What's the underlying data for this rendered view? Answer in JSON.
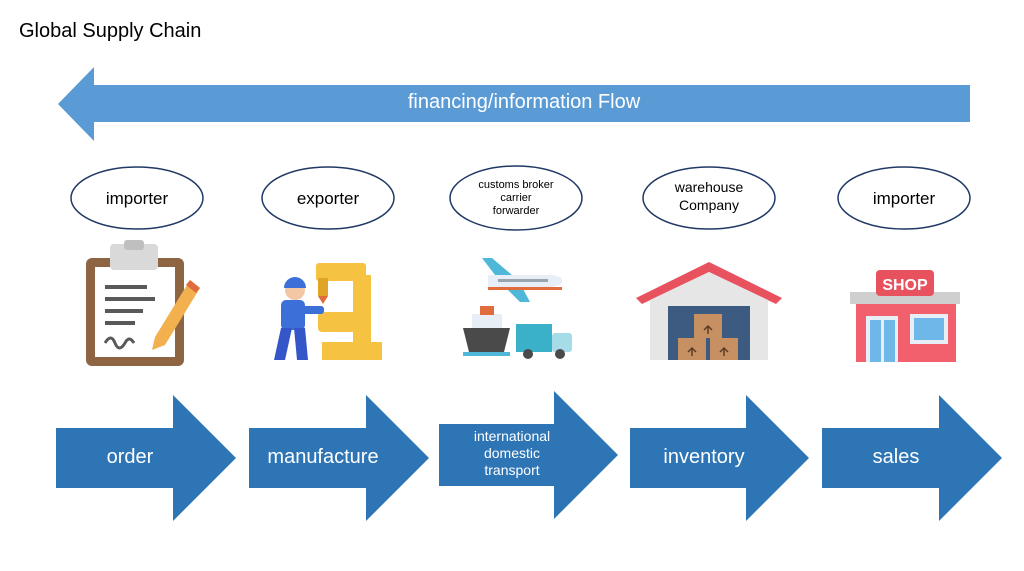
{
  "title": "Global Supply Chain",
  "flow_banner": {
    "label": "financing/information Flow",
    "color": "#5b9bd5"
  },
  "actors": [
    {
      "lines": [
        "importer"
      ]
    },
    {
      "lines": [
        "exporter"
      ]
    },
    {
      "lines": [
        "customs broker",
        "carrier",
        "forwarder"
      ]
    },
    {
      "lines": [
        "warehouse",
        "Company"
      ]
    },
    {
      "lines": [
        "importer"
      ]
    }
  ],
  "steps": [
    {
      "lines": [
        "order"
      ]
    },
    {
      "lines": [
        "manufacture"
      ]
    },
    {
      "lines": [
        "international",
        "domestic",
        "transport"
      ]
    },
    {
      "lines": [
        "inventory"
      ]
    },
    {
      "lines": [
        "sales"
      ]
    }
  ],
  "icons": [
    "clipboard-icon",
    "factory-worker-icon",
    "transport-icon",
    "warehouse-icon",
    "shop-icon"
  ],
  "shop_sign": "SHOP",
  "colors": {
    "step_arrow": "#2e75b6",
    "oval_stroke": "#1f3864",
    "banner": "#5b9bd5"
  }
}
